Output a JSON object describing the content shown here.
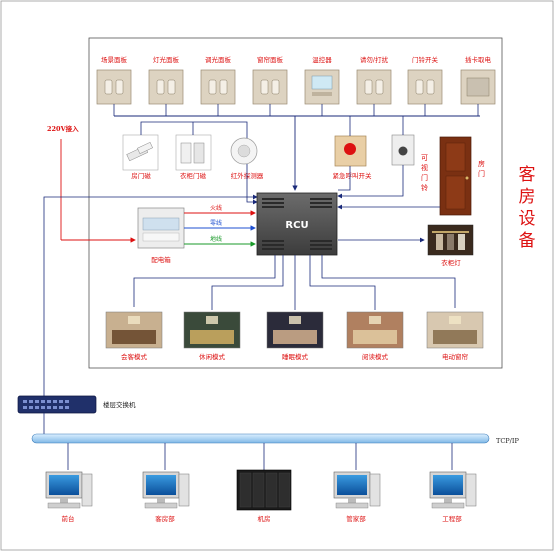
{
  "side_title": "客房设备",
  "panels": [
    "插卡取电",
    "门铃开关",
    "请勿/打扰",
    "温控器",
    "窗帘面板",
    "调光面板",
    "灯光面板",
    "场景面板"
  ],
  "sensors": [
    "房门磁",
    "衣柜门磁",
    "红外探测器"
  ],
  "emergency_switch": "紧急呼叫开关",
  "card_reader": "可视门铃",
  "door": "房门",
  "power_input": "220V接入",
  "distribution_box": "配电箱",
  "wires": {
    "live": "火线",
    "neutral": "零线",
    "ground": "地线"
  },
  "rcu": "RCU",
  "wardrobe_light": "衣柜灯",
  "modes": [
    "会客模式",
    "休闲模式",
    "睡眠模式",
    "阅读模式",
    "电动窗帘"
  ],
  "switch": "楼层交换机",
  "bus": "TCP/IP",
  "terminals": [
    "前台",
    "客房部",
    "机房",
    "管家部",
    "工程部"
  ]
}
